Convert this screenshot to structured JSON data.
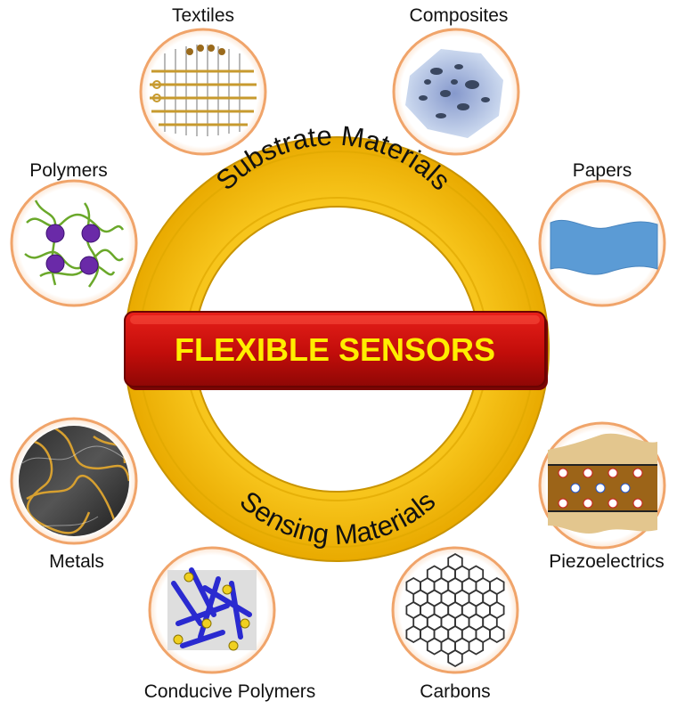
{
  "center": {
    "title": "FLEXIBLE SENSORS",
    "upper_ring_text": "Substrate Materials",
    "lower_ring_text": "Sensing Materials"
  },
  "colors": {
    "ring_gold": "#f5be12",
    "ring_edge": "#c99400",
    "banner_red": "#c8100c",
    "title_yellow": "#ffee00",
    "node_border": "#f0a46a"
  },
  "materials": [
    {
      "label": "Textiles",
      "icon": "textile-weave-icon"
    },
    {
      "label": "Composites",
      "icon": "composite-particles-icon"
    },
    {
      "label": "Polymers",
      "icon": "polymer-network-icon"
    },
    {
      "label": "Papers",
      "icon": "paper-sheet-icon"
    },
    {
      "label": "Metals",
      "icon": "metal-nanowires-icon"
    },
    {
      "label": "Piezoelectrics",
      "icon": "piezoelectric-layer-icon"
    },
    {
      "label": "Conducive Polymers",
      "icon": "conductive-polymer-icon"
    },
    {
      "label": "Carbons",
      "icon": "graphene-lattice-icon"
    }
  ]
}
